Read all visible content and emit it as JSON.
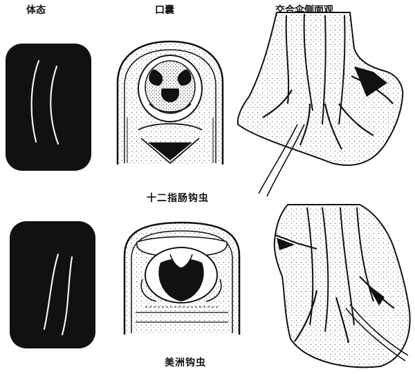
{
  "headers": {
    "body_form": "体态",
    "buccal_capsule": "口囊",
    "copulatory_bursa": "交合伞侧面观"
  },
  "species": [
    {
      "name": "十二指肠钩虫"
    },
    {
      "name": "美洲钩虫"
    }
  ],
  "colors": {
    "ink": "#111111",
    "paper": "#ffffff",
    "worm_line": "#f2f2f2"
  }
}
